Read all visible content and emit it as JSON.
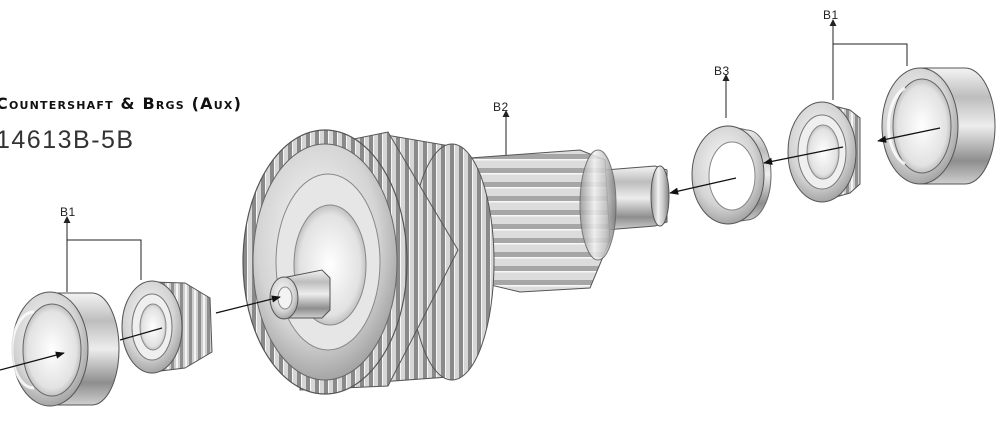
{
  "diagram": {
    "title": "Countershaft & Brgs (Aux)",
    "part_number": "14613B-5B",
    "callouts": {
      "b1_right": "B1",
      "b3": "B3",
      "b2": "B2",
      "b1_left": "B1"
    },
    "components": [
      {
        "id": "cup-left",
        "callout": "B1"
      },
      {
        "id": "cone-left",
        "callout": "B1"
      },
      {
        "id": "countershaft-gear",
        "callout": "B2"
      },
      {
        "id": "thrust-washer",
        "callout": "B3"
      },
      {
        "id": "cone-right",
        "callout": "B1"
      },
      {
        "id": "cup-right",
        "callout": "B1"
      }
    ]
  }
}
